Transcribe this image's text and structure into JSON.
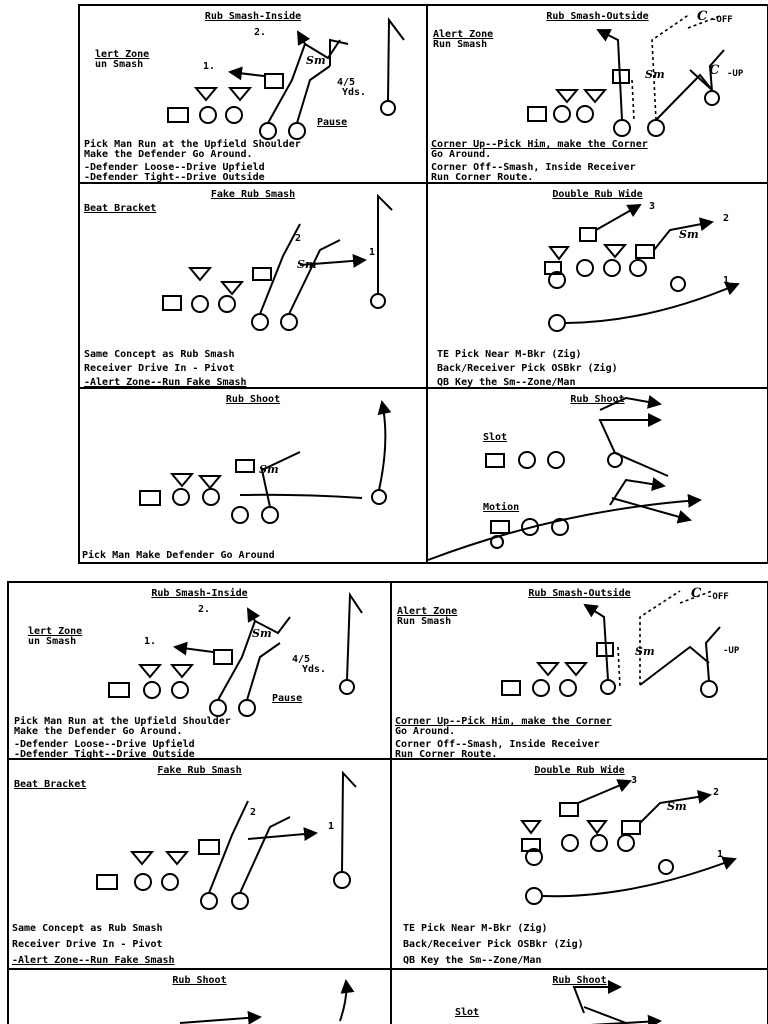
{
  "panels": {
    "rub_smash_inside": {
      "title": "Rub Smash-Inside",
      "side_label_1": "lert Zone",
      "side_label_2": "un Smash",
      "route_1": "1.",
      "route_2": "2.",
      "yds_1": "4/5",
      "yds_2": "Yds.",
      "pause": "Pause",
      "sm": "Sm",
      "note_1": "Pick Man Run at the Upfield Shoulder",
      "note_2": "Make the Defender Go Around.",
      "note_3": "-Defender Loose--Drive Upfield",
      "note_4": "-Defender Tight--Drive Outside"
    },
    "rub_smash_outside": {
      "title": "Rub Smash-Outside",
      "side_label_1": "Alert Zone",
      "side_label_2": "Run Smash",
      "off_label": "-OFF",
      "up_label": "-UP",
      "c_label": "C",
      "sm": "Sm",
      "note_1": "Corner Up--Pick Him, make the Corner",
      "note_2": "Go Around.",
      "note_3": "Corner Off--Smash, Inside Receiver",
      "note_4": "Run Corner Route."
    },
    "fake_rub_smash": {
      "title": "Fake Rub Smash",
      "side_label": "Beat Bracket",
      "route_1": "1",
      "route_2": "2",
      "sm": "Sm",
      "note_1": "Same Concept as Rub Smash",
      "note_2": "Receiver Drive In - Pivot",
      "note_3": "-Alert Zone--Run Fake Smash"
    },
    "double_rub_wide": {
      "title": "Double Rub Wide",
      "route_1": "1",
      "route_2": "2",
      "route_3": "3",
      "sm": "Sm",
      "note_1": "TE Pick Near M-Bkr (Zig)",
      "note_2": "Back/Receiver Pick OSBkr (Zig)",
      "note_3": "QB Key the Sm--Zone/Man"
    },
    "rub_shoot_left": {
      "title": "Rub Shoot",
      "sm": "Sm",
      "note_1": "Pick Man Make Defender Go Around"
    },
    "rub_shoot_right": {
      "title": "Rub Shoot",
      "slot": "Slot",
      "motion": "Motion"
    }
  }
}
